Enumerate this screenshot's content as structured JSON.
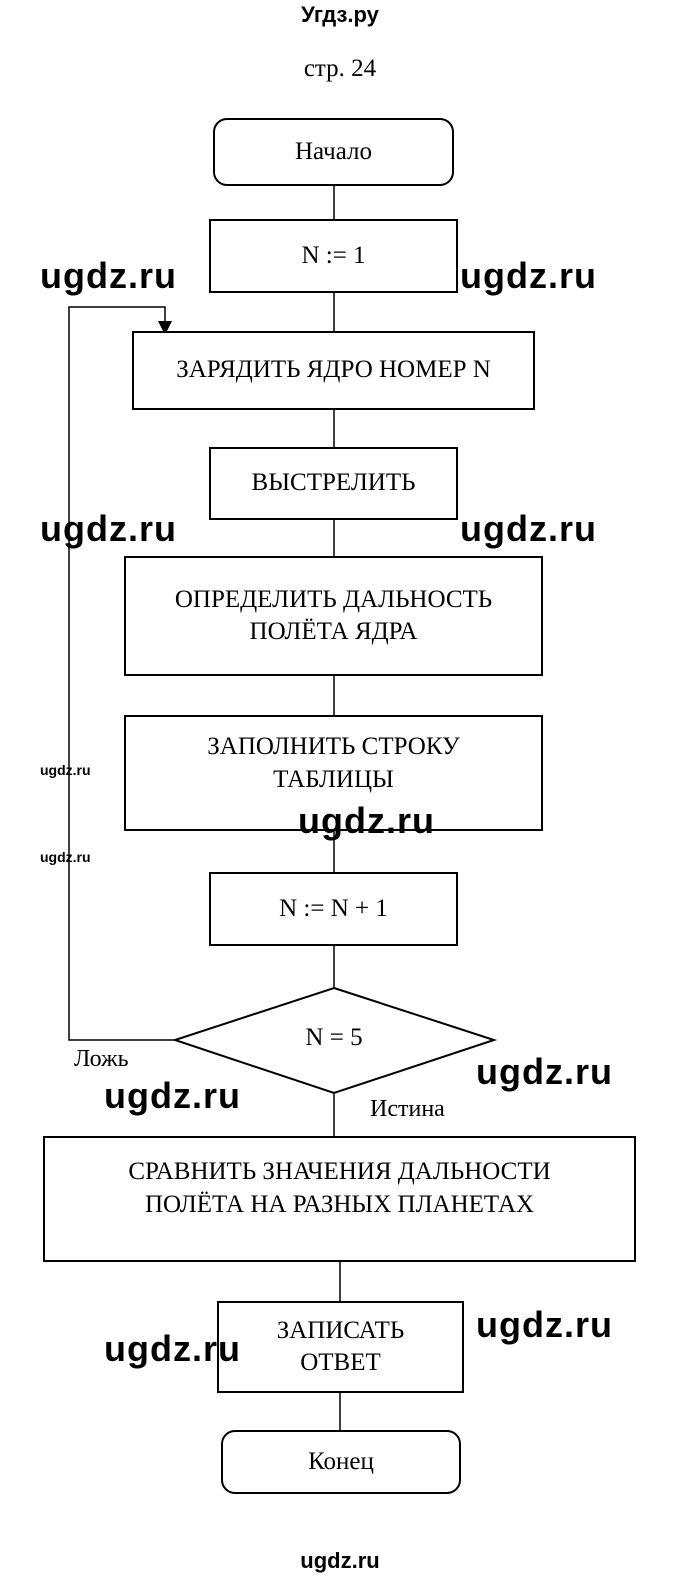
{
  "header": {
    "site": "Угдз.ру",
    "page": "стр. 24"
  },
  "flowchart": {
    "start": "Начало",
    "init": "N := 1",
    "load": "ЗАРЯДИТЬ ЯДРО НОМЕР N",
    "fire": "ВЫСТРЕЛИТЬ",
    "measure_line1": "ОПРЕДЕЛИТЬ ДАЛЬНОСТЬ",
    "measure_line2": "ПОЛЁТА ЯДРА",
    "fill_line1": "ЗАПОЛНИТЬ СТРОКУ",
    "fill_line2": "ТАБЛИЦЫ",
    "increment": "N := N + 1",
    "condition": "N = 5",
    "false_label": "Ложь",
    "true_label": "Истина",
    "compare_line1": "СРАВНИТЬ ЗНАЧЕНИЯ ДАЛЬНОСТИ",
    "compare_line2": "ПОЛЁТА НА РАЗНЫХ ПЛАНЕТАХ",
    "write_line1": "ЗАПИСАТЬ",
    "write_line2": "ОТВЕТ",
    "end": "Конец"
  },
  "watermarks": {
    "big": "ugdz.ru",
    "small": "ugdz.ru",
    "footer": "ugdz.ru"
  }
}
